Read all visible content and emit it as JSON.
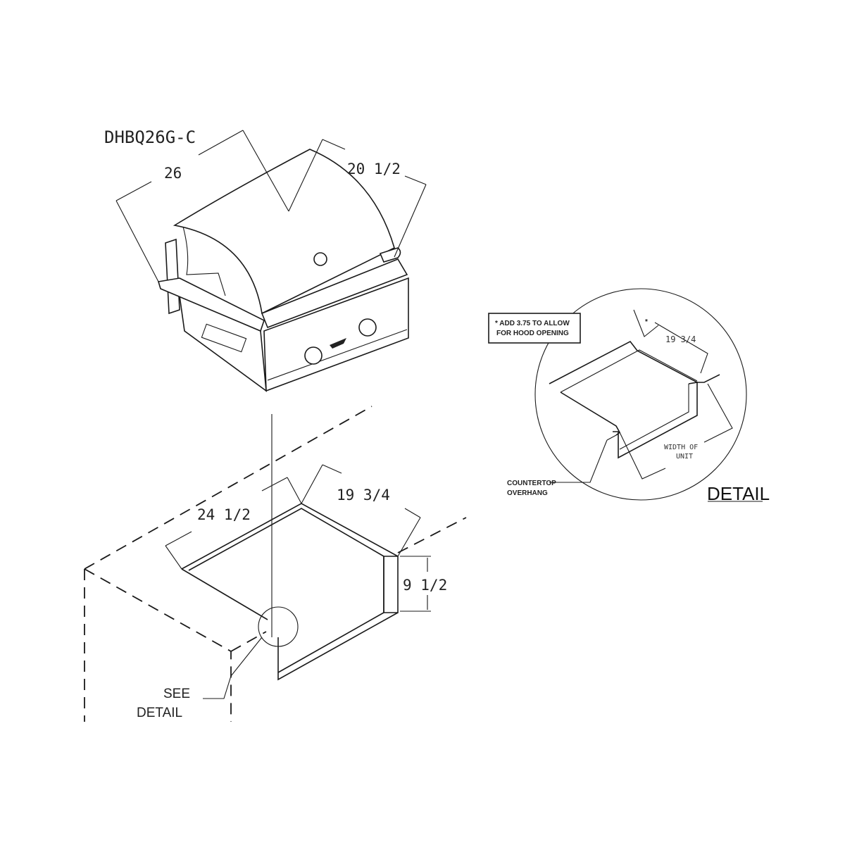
{
  "model": "DHBQ26G-C",
  "grill_dims": {
    "width": "26",
    "depth": "20 1/2"
  },
  "cutout_dims": {
    "width": "24 1/2",
    "depth": "19 3/4",
    "height": "9 1/2"
  },
  "see_detail": {
    "line1": "SEE",
    "line2": "DETAIL"
  },
  "detail": {
    "title": "DETAIL",
    "note_line1": "* ADD 3.75 TO ALLOW",
    "note_line2": "FOR HOOD OPENING",
    "asterisk": "*",
    "depth": "19 3/4",
    "width_line1": "WIDTH OF",
    "width_line2": "UNIT",
    "overhang_line1": "COUNTERTOP",
    "overhang_line2": "OVERHANG"
  }
}
